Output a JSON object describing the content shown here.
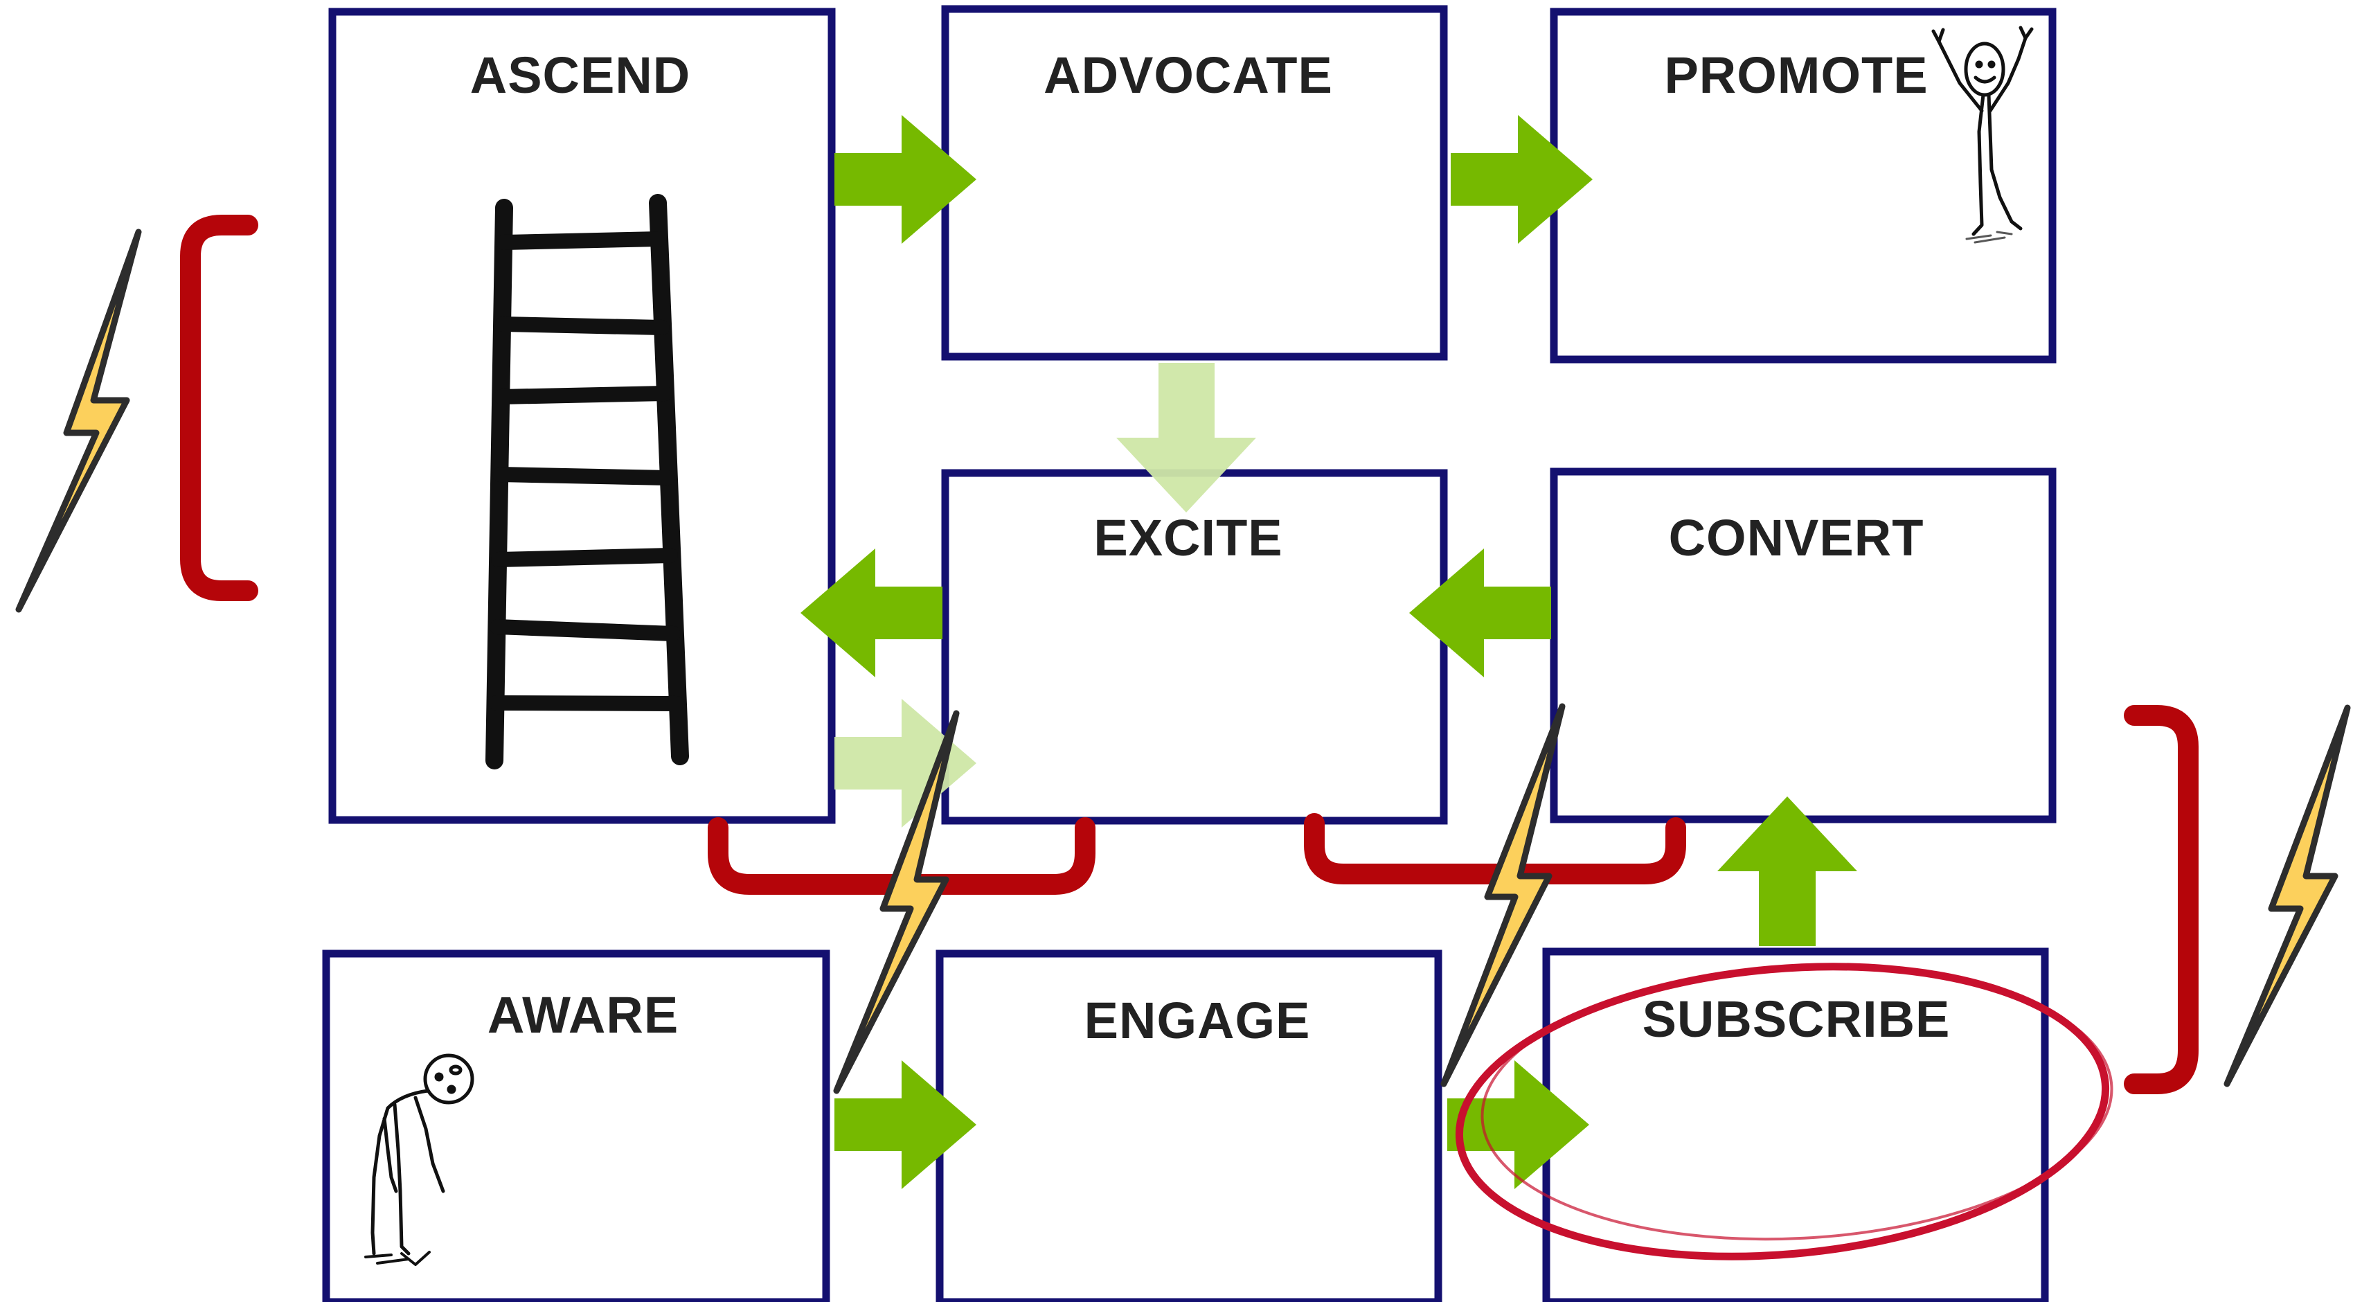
{
  "colors": {
    "box_border": "#141070",
    "arrow_green": "#76b900",
    "arrow_green_faded": "#cfe7a6",
    "bracket_red": "#b5050a",
    "circle_red": "#c8102e",
    "bolt_fill": "#fcd05c",
    "bolt_stroke": "#2d2d2d",
    "label_text": "#222222"
  },
  "stages": {
    "ascend": "ASCEND",
    "advocate": "ADVOCATE",
    "promote": "PROMOTE",
    "excite": "EXCITE",
    "convert": "CONVERT",
    "aware": "AWARE",
    "engage": "ENGAGE",
    "subscribe": "SUBSCRIBE"
  },
  "illustrations": {
    "ladder": "ladder-icon",
    "happy_figure": "happy-stick-figure-icon",
    "sad_figure": "sad-stick-figure-icon",
    "lightning": "lightning-bolt-icon",
    "highlight": "highlight-circle"
  }
}
